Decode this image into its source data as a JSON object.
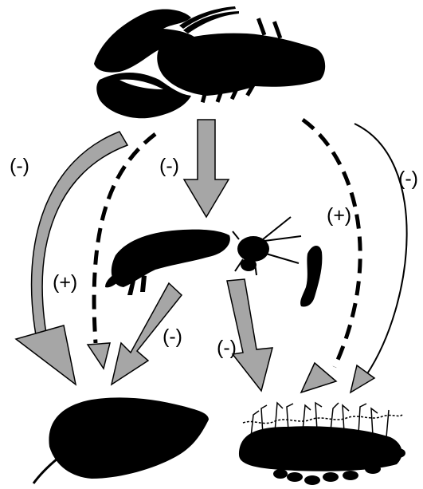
{
  "diagram": {
    "nodes": {
      "crayfish": {
        "icon": "crayfish-silhouette-icon",
        "color": "#000000"
      },
      "invertebrates": {
        "icon": "aquatic-insect-larvae-silhouette-icon",
        "color": "#000000"
      },
      "leaf_litter": {
        "icon": "leaf-silhouette-icon",
        "color": "#000000"
      },
      "periphyton": {
        "icon": "algae-biofilm-icon",
        "color": "#000000"
      }
    },
    "edges": [
      {
        "from": "crayfish",
        "to": "leaf_litter",
        "style": "gray-arrow",
        "sign": "(-)"
      },
      {
        "from": "crayfish",
        "to": "leaf_litter",
        "style": "dashed-arrow",
        "sign": "(+)"
      },
      {
        "from": "crayfish",
        "to": "invertebrates",
        "style": "gray-arrow",
        "sign": "(-)"
      },
      {
        "from": "crayfish",
        "to": "periphyton",
        "style": "dashed-arrow",
        "sign": "(+)"
      },
      {
        "from": "crayfish",
        "to": "periphyton",
        "style": "thin-arrow",
        "sign": "(-)"
      },
      {
        "from": "invertebrates",
        "to": "leaf_litter",
        "style": "gray-arrow",
        "sign": "(-)"
      },
      {
        "from": "invertebrates",
        "to": "periphyton",
        "style": "gray-arrow",
        "sign": "(-)"
      }
    ],
    "colors": {
      "gray_arrow_fill": "#a6a6a6",
      "outline": "#000000"
    }
  }
}
